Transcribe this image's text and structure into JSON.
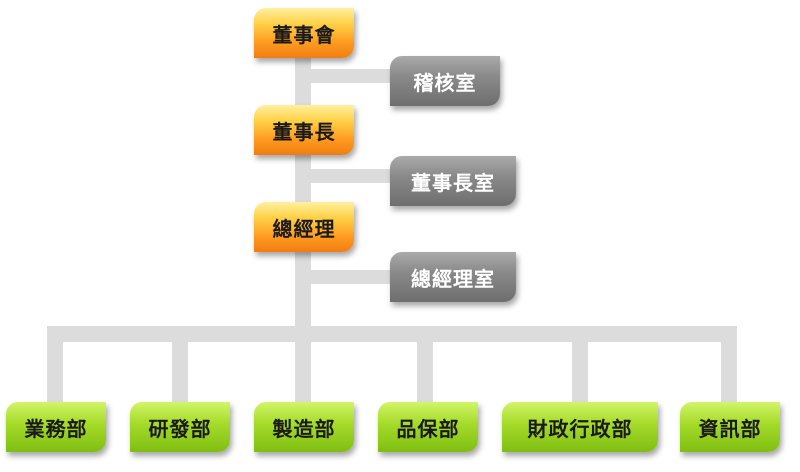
{
  "org": {
    "board": "董事會",
    "chairman": "董事長",
    "president": "總經理",
    "audit_office": "稽核室",
    "chairman_office": "董事長室",
    "president_office": "總經理室",
    "departments": [
      "業務部",
      "研發部",
      "製造部",
      "品保部",
      "財政行政部",
      "資訊部"
    ]
  },
  "colors": {
    "connector": "#d9d9d9",
    "exec_box": "#f7931e",
    "staff_box": "#7a7a7a",
    "dept_box": "#8cc63f"
  }
}
